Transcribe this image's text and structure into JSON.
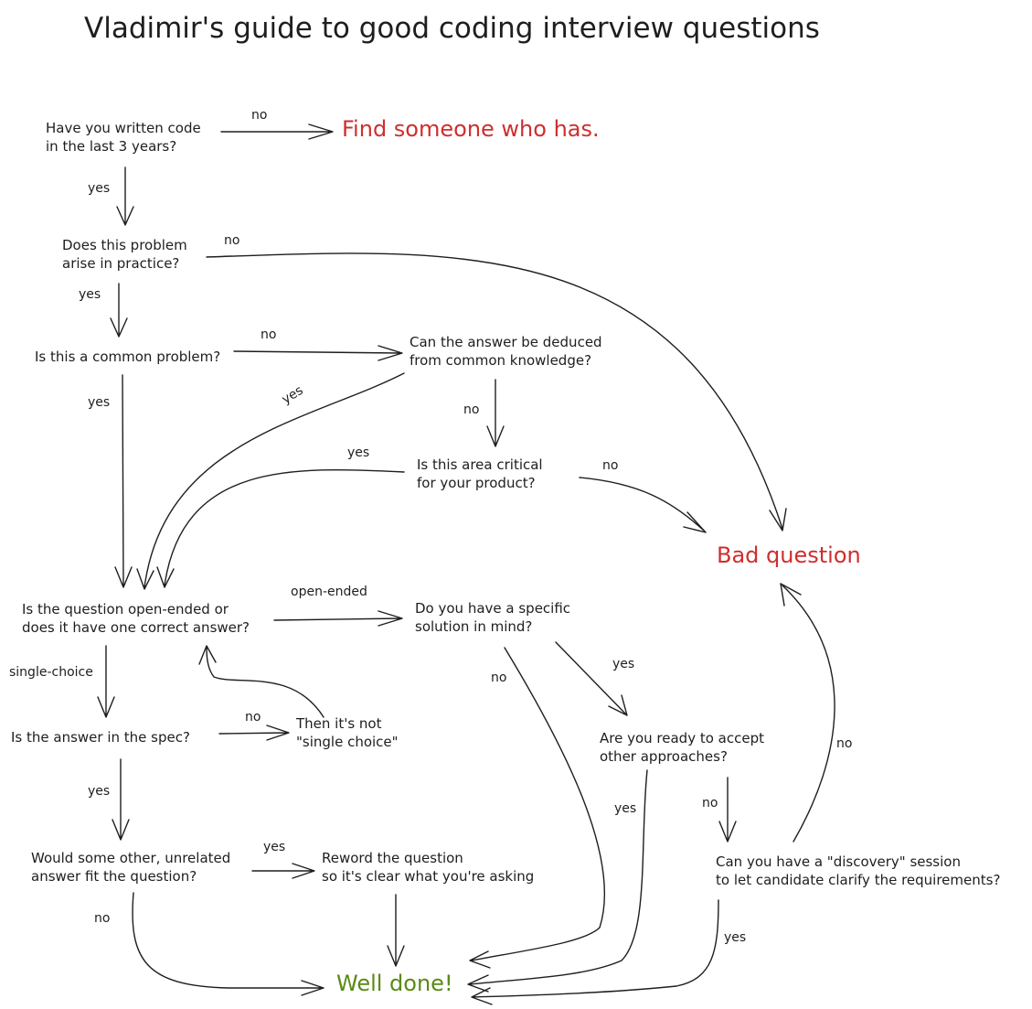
{
  "title": "Vladimir's guide to good coding interview questions",
  "nodes": {
    "written_code": "Have you written code\nin the last 3 years?",
    "find_someone": "Find someone who has.",
    "arise_practice": "Does this problem\narise in practice?",
    "common_problem": "Is this a common problem?",
    "deduced": "Can the answer be deduced\nfrom common knowledge?",
    "critical_area": "Is this area critical\nfor your product?",
    "bad_question": "Bad question",
    "open_ended": "Is the question open-ended or\ndoes it have one correct answer?",
    "specific_solution": "Do you have a specific\nsolution in mind?",
    "answer_in_spec": "Is the answer in the spec?",
    "not_single_choice": "Then it's not\n\"single choice\"",
    "ready_accept": "Are you ready to accept\nother approaches?",
    "unrelated_answer": "Would some other, unrelated\nanswer fit the question?",
    "reword": "Reword the question\nso it's clear what you're asking",
    "discovery": "Can you have a \"discovery\" session\nto let candidate clarify the requirements?",
    "well_done": "Well done!"
  },
  "edge_labels": {
    "written_no": "no",
    "written_yes": "yes",
    "arise_no": "no",
    "arise_yes": "yes",
    "common_no": "no",
    "common_yes": "yes",
    "deduced_yes": "yes",
    "deduced_no": "no",
    "critical_yes": "yes",
    "critical_no": "no",
    "open_ended_label": "open-ended",
    "single_choice_label": "single-choice",
    "spec_no": "no",
    "spec_yes": "yes",
    "specific_no": "no",
    "specific_yes": "yes",
    "ready_yes": "yes",
    "ready_no": "no",
    "unrelated_yes": "yes",
    "unrelated_no": "no",
    "discovery_no": "no",
    "discovery_yes": "yes"
  },
  "colors": {
    "ink": "#1e1e1e",
    "warning": "#cf2e2e",
    "success": "#5a8a14"
  }
}
